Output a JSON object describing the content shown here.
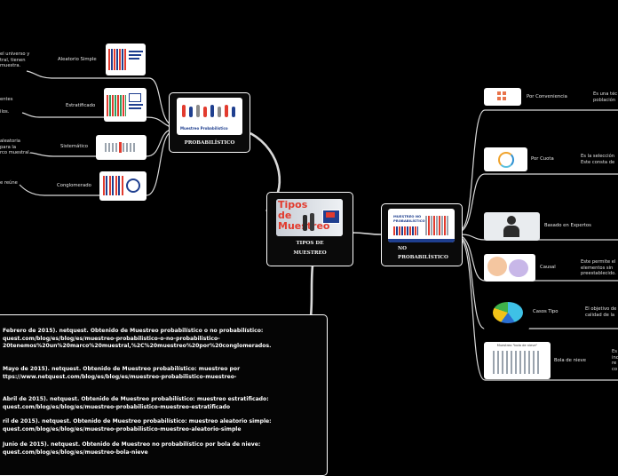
{
  "center": {
    "thumb_title": "Tipos de Muestreo",
    "caption_line1": "TIPOS DE",
    "caption_line2": "MUESTREO"
  },
  "left_node": {
    "caption": "PROBABILÍSTICO",
    "thumb_text": "Muestreo Probabilístico"
  },
  "right_node": {
    "caption_line1": "NO",
    "caption_line2": "PROBABILÍSTICO",
    "thumb_text": "MUESTREO NO PROBABILÍSTICO"
  },
  "left_children": [
    {
      "label": "Aleatorio Simple",
      "desc": [
        "el universo  y",
        "tral, tienen",
        "muestra."
      ]
    },
    {
      "label": "Estratificado",
      "desc": [
        "entes",
        "ilos."
      ]
    },
    {
      "label": "Sistemático",
      "desc": [
        "aleatoria",
        "para la",
        "rco muestral."
      ]
    },
    {
      "label": "Conglomerado",
      "desc": [
        "e reúne"
      ]
    }
  ],
  "right_children": [
    {
      "label": "Por Conveniencia",
      "desc": [
        "Es una téc",
        "población"
      ]
    },
    {
      "label": "Por Cuota",
      "desc": [
        "Es la selección",
        "Este consta de"
      ]
    },
    {
      "label": "Basado en Expertos",
      "desc": []
    },
    {
      "label": "Causal",
      "desc": [
        "Este permite el",
        "elementos sin",
        "preestablecido."
      ]
    },
    {
      "label": "Casos Tipo",
      "desc": [
        "El objetivo de",
        "calidad de la"
      ]
    },
    {
      "label": "Bola de nieve",
      "desc": [
        "Es",
        "inc",
        "re",
        "co"
      ]
    }
  ],
  "references": [
    [
      "Febrero de 2015). netquest. Obtenido de Muestreo probabilístico o no probabilístico:",
      "quest.com/blog/es/blog/es/muestreo-probabilistico-o-no-probabilistico-",
      "20tenemos%20un%20marco%20muestral,%2C%20muestreo%20por%20conglomerados."
    ],
    [
      "Mayo de 2015). netquest. Obtenido de Muestreo probabilístico: muestreo por",
      "ttps://www.netquest.com/blog/es/blog/es/muestreo-probabilistico-muestreo-"
    ],
    [
      "Abril de 2015). netquest. Obtenido de Muestreo probabilístico: muestreo estratificado:",
      "quest.com/blog/es/blog/es/muestreo-probabilistico-muestreo-estratificado"
    ],
    [
      "ril de 2015). netquest. Obtenido de Muestreo probabilístico: muestreo aleatorio simple:",
      "quest.com/blog/es/blog/es/muestreo-probabilistico-muestreo-aleatorio-simple"
    ],
    [
      "Junio de 2015). netquest. Obtenido de Muestreo no probabilístico por bola de nieve:",
      "quest.com/blog/es/blog/es/muestreo-bola-nieve"
    ]
  ],
  "thumb_texts": {
    "snowball_title": "Muestreo \"bola de nieve\""
  },
  "colors": {
    "background": "#000000",
    "line": "#cfcfcf",
    "thumb_red": "#e23b2e",
    "thumb_blue": "#1f3f8f"
  }
}
